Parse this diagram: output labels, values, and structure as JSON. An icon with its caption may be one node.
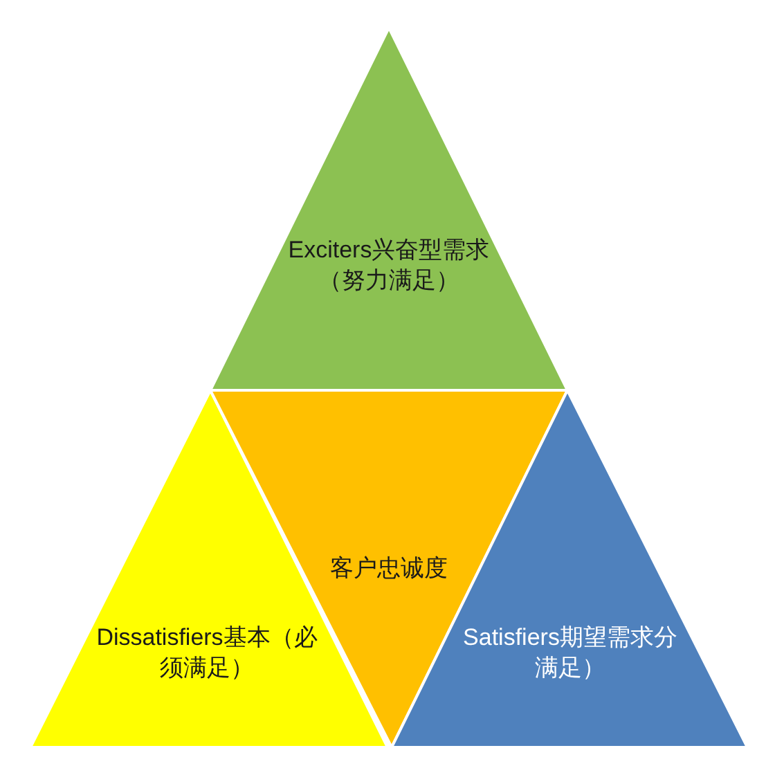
{
  "diagram": {
    "nodes": [
      {
        "text": [
          "Exciters兴奋型需求（努力满足）"
        ]
      },
      {
        "text": [
          "Dissatisfiers基本（必须满足）"
        ]
      },
      {
        "text": [
          "客户忠诚度"
        ]
      },
      {
        "text": [
          "Satisfiers期望需求分满足）"
        ]
      }
    ]
  }
}
